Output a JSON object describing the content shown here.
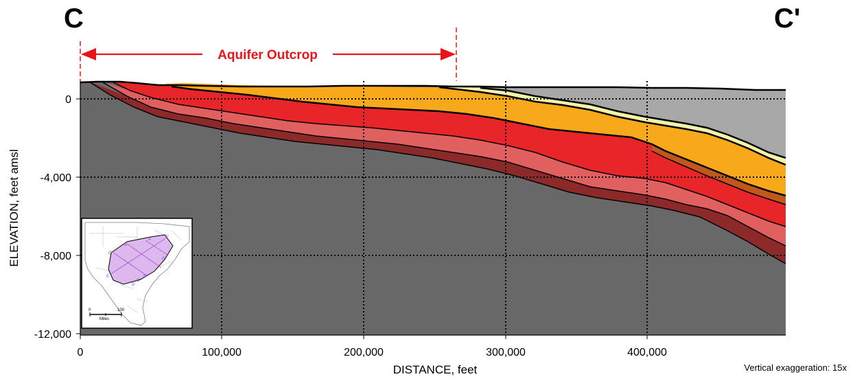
{
  "section": {
    "start_label": "C",
    "end_label": "C'",
    "outcrop_label": "Aquifer Outcrop",
    "vertical_exaggeration": "Vertical exaggeration: 15x",
    "x_axis": {
      "title": "DISTANCE, feet",
      "ticks": [
        "0",
        "100,000",
        "200,000",
        "300,000",
        "400,000"
      ]
    },
    "y_axis": {
      "title": "ELEVATION, feet amsl",
      "ticks": [
        "0",
        "-4,000",
        "-8,000",
        "-12,000"
      ]
    },
    "colors": {
      "basement": "#686868",
      "gray_cover": "#a8a8a8",
      "pale_yellow": "#f2f2a8",
      "orange": "#f7a81b",
      "brown": "#c0581e",
      "red": "#e8262a",
      "pink": "#e06060",
      "dark_red": "#8c2a2a",
      "outcrop_marker": "#e8141b"
    }
  },
  "location_map": {
    "section_labels": [
      "C",
      "B",
      "A",
      "E'",
      "A'",
      "B'",
      "C'",
      "D",
      "E"
    ],
    "scale_numbers": [
      "0",
      "100"
    ],
    "scale_unit": "Miles"
  }
}
